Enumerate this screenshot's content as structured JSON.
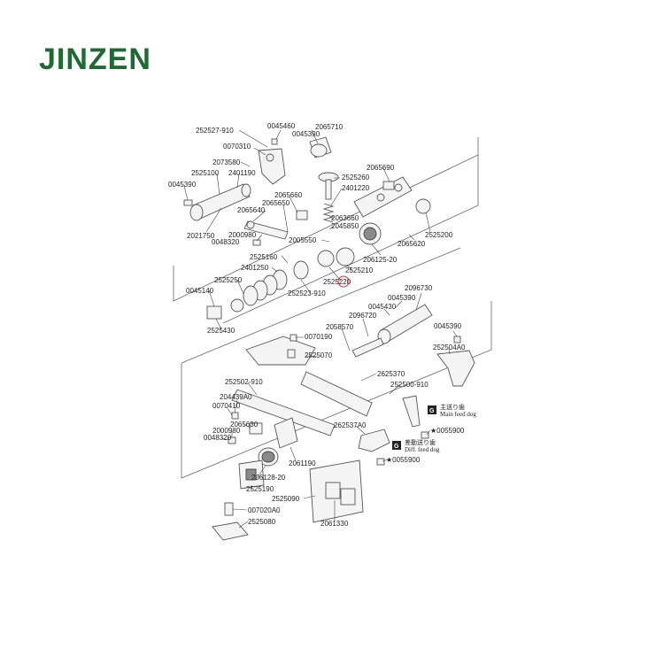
{
  "brand": {
    "name": "JINZEN",
    "color": "#1f6a33"
  },
  "labels": {
    "l252527_910": "252527-910",
    "l0045460": "0045460",
    "l2065710": "2065710",
    "l0045390a": "0045390",
    "l0070310": "0070310",
    "l2073580": "2073580",
    "l2525100": "2525100",
    "l2401190": "2401190",
    "l0045390b": "0045390",
    "l2525260": "2525260",
    "l2065690": "2065690",
    "l2401220": "2401220",
    "l2065660": "2065660",
    "l2065650": "2065650",
    "l2065640": "2065640",
    "l2063660": "2063660",
    "l2045850": "2045850",
    "l2021750": "2021750",
    "l2000980a": "2000980",
    "l0048320a": "0048320",
    "l2005550": "2005550",
    "l2065620": "2065620",
    "l2525200": "2525200",
    "l2525160": "2525160",
    "l206125_20": "206125-20",
    "l2401250": "2401250",
    "l2525210": "2525210",
    "l2525250": "2525250",
    "l2525220": "2525220",
    "l0045140": "0045140",
    "l252523_910": "252523-910",
    "l2096730": "2096730",
    "l0045390c": "0045390",
    "l0045430": "0045430",
    "l2525430": "2525430",
    "l0070190": "0070190",
    "l2058570": "2058570",
    "l2096720": "2096720",
    "l0045390d": "0045390",
    "l252504A0": "252504A0",
    "l2525070": "2525070",
    "l2625370": "2625370",
    "l252502_910": "252502-910",
    "l252500_910": "252500-910",
    "l204439A0": "204439A0",
    "l0070410": "0070410",
    "l2065630": "2065630",
    "l2000980b": "2000980",
    "l0048320b": "0048320",
    "l262537A0": "262537A0",
    "l0055900a": "★0055900",
    "l0055900b": "★0055900",
    "l2061190": "2061190",
    "l206128_20": "206128-20",
    "l2525190": "2525190",
    "l2525090": "2525090",
    "l2061330": "2061330",
    "l007020A0": "007020A0",
    "l2525080": "2525080"
  },
  "notes": {
    "main_jp": "主送り歯",
    "main_en": "Main feed dog",
    "diff_jp": "差動送り歯",
    "diff_en": "Diff. feed dog",
    "g_marker": "G"
  },
  "icons": [
    "g-marker-icon"
  ]
}
